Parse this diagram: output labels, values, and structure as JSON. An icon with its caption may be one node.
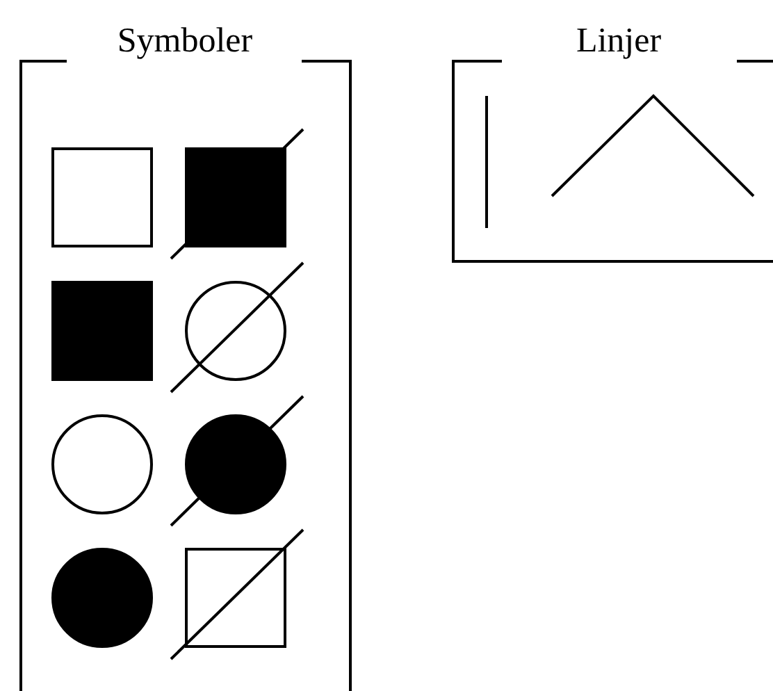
{
  "diagram": {
    "nodes": [
      {
        "text": [
          "Symboler"
        ]
      },
      {
        "text": [],
        "shape": "box",
        "in": 0
      },
      {
        "text": [],
        "shape": "box",
        "in": 0
      },
      {
        "text": [],
        "shape": "box",
        "in": 0
      },
      {
        "text": [],
        "shape": "circle",
        "in": 0
      },
      {
        "text": [],
        "shape": "circle",
        "in": 0
      },
      {
        "text": [],
        "shape": "circle",
        "in": 0
      },
      {
        "text": [],
        "shape": "circle",
        "in": 0
      },
      {
        "text": [],
        "shape": "box",
        "in": 0
      },
      {
        "text": [
          "Linjer"
        ]
      }
    ]
  }
}
